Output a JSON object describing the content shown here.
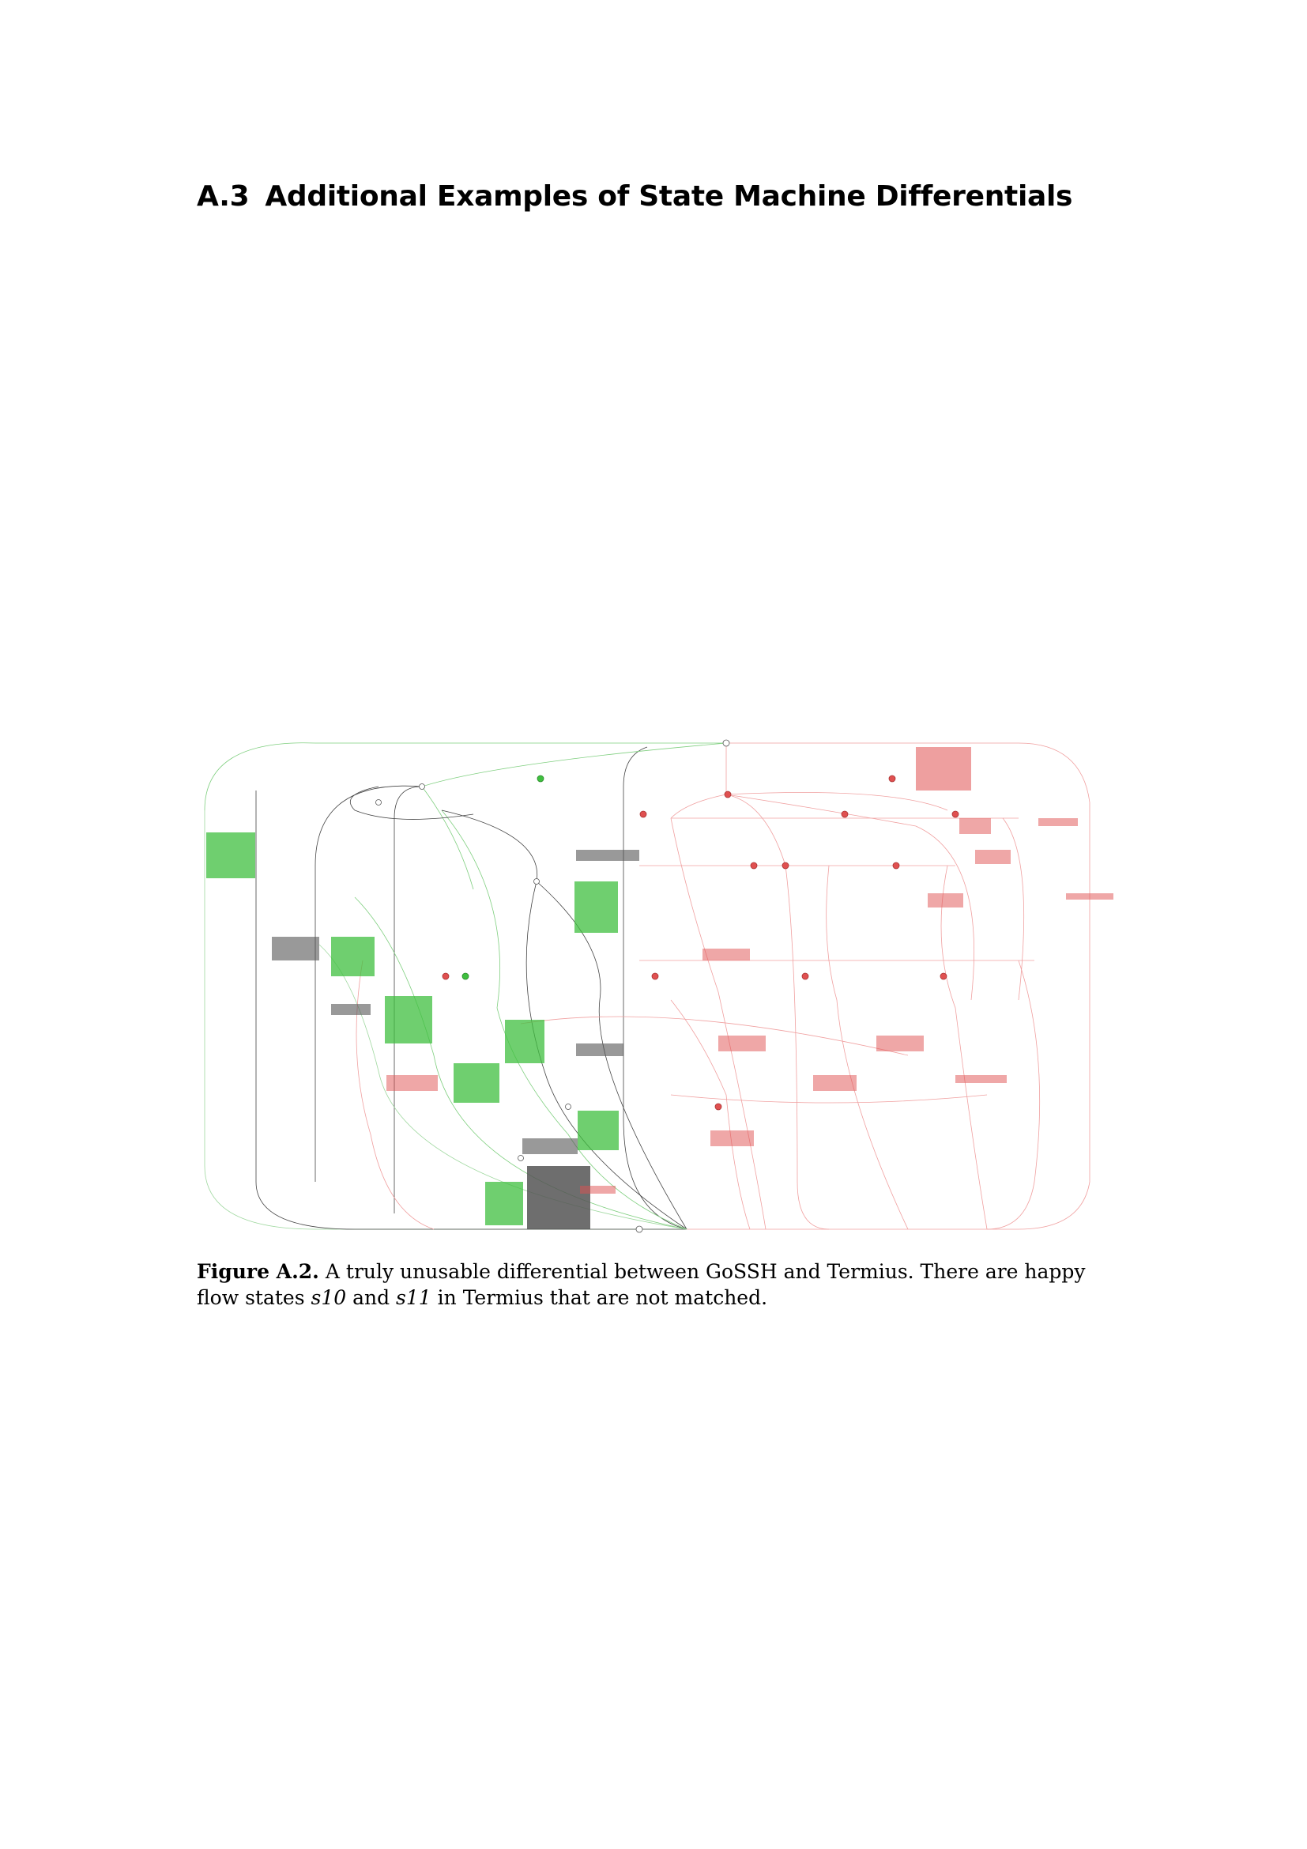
{
  "section": {
    "number": "A.3",
    "title": "Additional Examples of State Machine Differentials"
  },
  "figure": {
    "label": "Figure A.2.",
    "caption_part1": "A truly unusable differential between GoSSH and Termius. There are happy flow states ",
    "state_a": "s10",
    "caption_part2": " and ",
    "state_b": "s11",
    "caption_part3": " in Termius that are not matched."
  },
  "colors": {
    "matched_edge": "#333333",
    "gossh_only": "#3fbf3f",
    "termius_only": "#e05050",
    "neutral_node": "#ffffff"
  }
}
